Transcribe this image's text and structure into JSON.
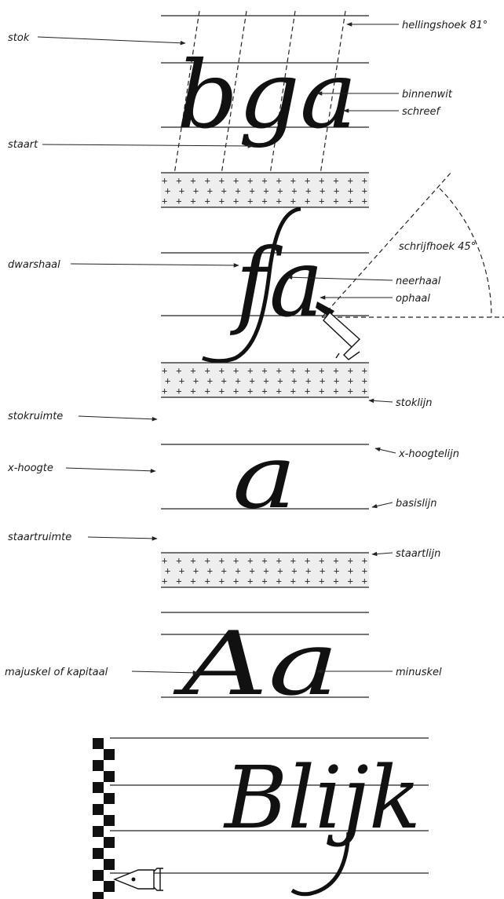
{
  "diagram": {
    "labels": {
      "stok": "stok",
      "hellingshoek": "hellingshoek 81°",
      "binnenwit": "binnenwit",
      "schreef": "schreef",
      "staart": "staart",
      "schrijfhoek": "schrijfhoek 45°",
      "dwarshaal": "dwarshaal",
      "neerhaal": "neerhaal",
      "ophaal": "ophaal",
      "stoklijn": "stoklijn",
      "stokruimte": "stokruimte",
      "x_hoogte": "x-hoogte",
      "x_hoogtelijn": "x-hoogtelijn",
      "basislijn": "basislijn",
      "staartruimte": "staartruimte",
      "staartlijn": "staartlijn",
      "majuskel": "majuskel of kapitaal",
      "minuskel": "minuskel"
    },
    "samples": {
      "bga": "bga",
      "fa": "fa",
      "a": "a",
      "Aa": "Aa",
      "blijk": "Blijk"
    },
    "plus_row": "+ + + + + + + + + + + + + + +",
    "colors": {
      "ink": "#111111",
      "line": "#222222",
      "band": "#eeeeee"
    }
  }
}
